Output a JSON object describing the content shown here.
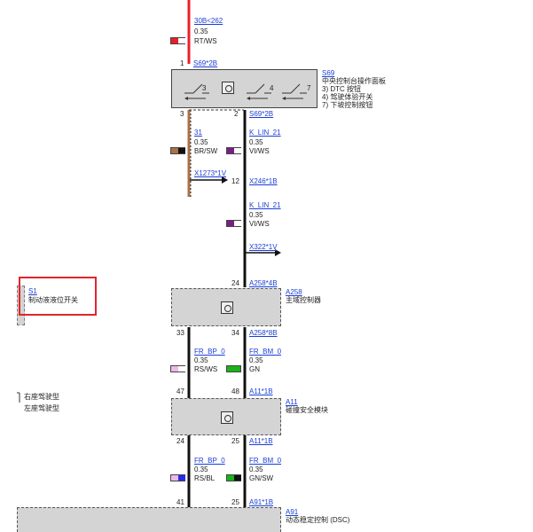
{
  "w30b": {
    "id": "30B<262",
    "size": "0.35",
    "color": "RT/WS"
  },
  "s69": {
    "pin1": "1",
    "conn_top": "S69*2B",
    "id": "S69",
    "name": "中央控制台操作面板",
    "items": [
      "3)   DTC 按钮",
      "4)   驾驶体验开关",
      "7)   下坡控制按钮"
    ],
    "sw3": "3",
    "sw4": "4",
    "sw7": "7",
    "pin3": "3",
    "pin2": "2",
    "conn_bottom": "S69*2B"
  },
  "w31": {
    "id": "31",
    "size": "0.35",
    "color": "BR/SW"
  },
  "wlin1": {
    "id": "K_LIN_21",
    "size": "0.35",
    "color": "VI/WS"
  },
  "x1273": "X1273*1V",
  "x246": {
    "pin": "12",
    "conn": "X246*1B"
  },
  "wlin2": {
    "id": "K_LIN_21",
    "size": "0.35",
    "color": "VI/WS"
  },
  "x322": "X322*1V",
  "a258": {
    "pin24": "24",
    "conn_top": "A258*4B",
    "id": "A258",
    "name": "主域控制器",
    "pin33": "33",
    "pin34": "34",
    "conn_bottom": "A258*8B"
  },
  "s1": {
    "id": "S1",
    "name": "制动液液位开关"
  },
  "side": {
    "bracket": "]",
    "line1": "右座驾驶型",
    "line2": "左座驾驶型"
  },
  "wbp1": {
    "id": "FR_BP_0",
    "size": "0.35",
    "color": "RS/WS"
  },
  "wbm1": {
    "id": "FR_BM_0",
    "size": "0.35",
    "color": "GN"
  },
  "a11": {
    "pin47": "47",
    "pin48": "48",
    "conn_top": "A11*1B",
    "id": "A11",
    "name": "碰撞安全模块",
    "pin24": "24",
    "pin25": "25",
    "conn_bottom": "A11*1B"
  },
  "wbp2": {
    "id": "FR_BP_0",
    "size": "0.35",
    "color": "RS/BL"
  },
  "wbm2": {
    "id": "FR_BM_0",
    "size": "0.35",
    "color": "GN/SW"
  },
  "a91": {
    "pin41": "41",
    "pin25": "25",
    "conn": "A91*1B",
    "id": "A91",
    "name": "动态稳定控制 (DSC)"
  },
  "colors": {
    "red": "#e8202a",
    "brown": "#a8734a",
    "violet": "#7a1f86",
    "pink": "#f0b8e8",
    "green": "#18b418",
    "blue": "#2a2aee",
    "black": "#111111",
    "highlight": "#e0262b"
  }
}
